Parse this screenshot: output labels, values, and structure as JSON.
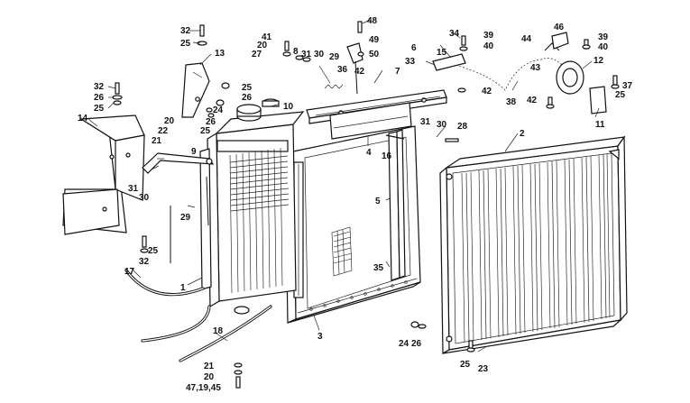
{
  "diagram": {
    "callouts": [
      {
        "id": "c32a",
        "text": "32"
      },
      {
        "id": "c25a",
        "text": "25"
      },
      {
        "id": "c13",
        "text": "13"
      },
      {
        "id": "c41",
        "text": "41"
      },
      {
        "id": "c20a",
        "text": "20"
      },
      {
        "id": "c27",
        "text": "27"
      },
      {
        "id": "c8",
        "text": "8"
      },
      {
        "id": "c31a",
        "text": "31"
      },
      {
        "id": "c30a",
        "text": "30"
      },
      {
        "id": "c29a",
        "text": "29"
      },
      {
        "id": "c36",
        "text": "36"
      },
      {
        "id": "c48",
        "text": "48"
      },
      {
        "id": "c49",
        "text": "49"
      },
      {
        "id": "c50",
        "text": "50"
      },
      {
        "id": "c42a",
        "text": "42"
      },
      {
        "id": "c7",
        "text": "7"
      },
      {
        "id": "c34",
        "text": "34"
      },
      {
        "id": "c39a",
        "text": "39"
      },
      {
        "id": "c40a",
        "text": "40"
      },
      {
        "id": "c6",
        "text": "6"
      },
      {
        "id": "c15",
        "text": "15"
      },
      {
        "id": "c33",
        "text": "33"
      },
      {
        "id": "c42b",
        "text": "42"
      },
      {
        "id": "c44",
        "text": "44"
      },
      {
        "id": "c46",
        "text": "46"
      },
      {
        "id": "c39b",
        "text": "39"
      },
      {
        "id": "c40b",
        "text": "40"
      },
      {
        "id": "c43",
        "text": "43"
      },
      {
        "id": "c12",
        "text": "12"
      },
      {
        "id": "c37",
        "text": "37"
      },
      {
        "id": "c25b",
        "text": "25"
      },
      {
        "id": "c42c",
        "text": "42"
      },
      {
        "id": "c38",
        "text": "38"
      },
      {
        "id": "c11",
        "text": "11"
      },
      {
        "id": "c32b",
        "text": "32"
      },
      {
        "id": "c26a",
        "text": "26"
      },
      {
        "id": "c25c",
        "text": "25"
      },
      {
        "id": "c14",
        "text": "14"
      },
      {
        "id": "c25d",
        "text": "25"
      },
      {
        "id": "c26b",
        "text": "26"
      },
      {
        "id": "c24a",
        "text": "24"
      },
      {
        "id": "c26c",
        "text": "26"
      },
      {
        "id": "c25e",
        "text": "25"
      },
      {
        "id": "c10",
        "text": "10"
      },
      {
        "id": "c20b",
        "text": "20"
      },
      {
        "id": "c22",
        "text": "22"
      },
      {
        "id": "c21a",
        "text": "21"
      },
      {
        "id": "c9",
        "text": "9"
      },
      {
        "id": "c31b",
        "text": "31"
      },
      {
        "id": "c30b",
        "text": "30"
      },
      {
        "id": "c29b",
        "text": "29"
      },
      {
        "id": "c25f",
        "text": "25"
      },
      {
        "id": "c32c",
        "text": "32"
      },
      {
        "id": "c17",
        "text": "17"
      },
      {
        "id": "c1",
        "text": "1"
      },
      {
        "id": "c4",
        "text": "4"
      },
      {
        "id": "c16",
        "text": "16"
      },
      {
        "id": "c31c",
        "text": "31"
      },
      {
        "id": "c30c",
        "text": "30"
      },
      {
        "id": "c28",
        "text": "28"
      },
      {
        "id": "c2",
        "text": "2"
      },
      {
        "id": "c5",
        "text": "5"
      },
      {
        "id": "c35",
        "text": "35"
      },
      {
        "id": "c3",
        "text": "3"
      },
      {
        "id": "c18",
        "text": "18"
      },
      {
        "id": "c21b",
        "text": "21"
      },
      {
        "id": "c20c",
        "text": "20"
      },
      {
        "id": "c47",
        "text": "47,19,45"
      },
      {
        "id": "c24b",
        "text": "24"
      },
      {
        "id": "c26d",
        "text": "26"
      },
      {
        "id": "c25g",
        "text": "25"
      },
      {
        "id": "c23",
        "text": "23"
      }
    ]
  }
}
